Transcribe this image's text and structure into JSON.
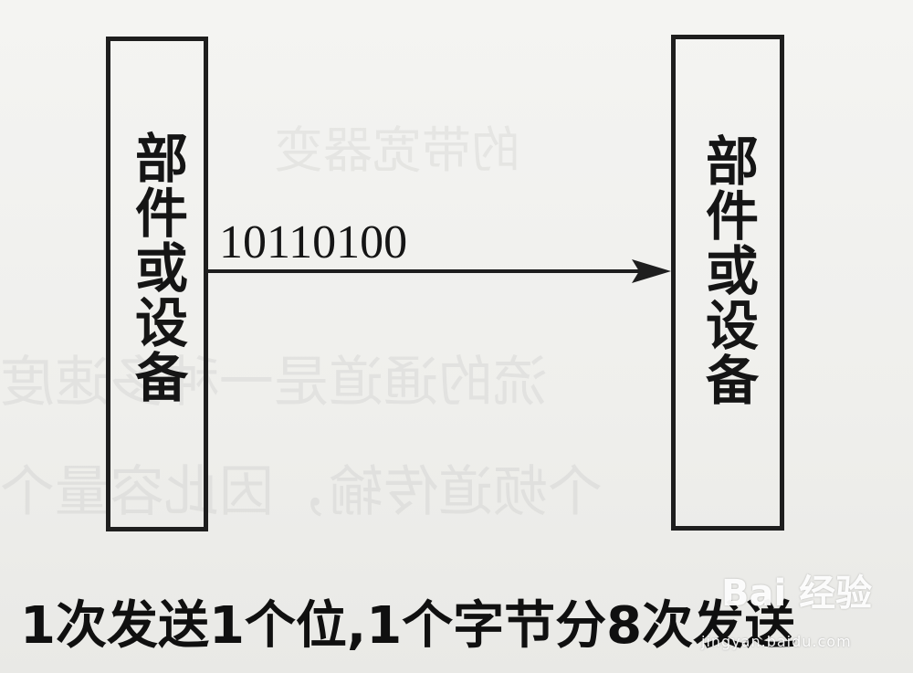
{
  "diagram": {
    "left_box_label": "部件或设备",
    "right_box_label": "部件或设备",
    "arrow_label": "10110100",
    "caption": "1次发送1个位,1个字节分8次发送"
  },
  "watermark": {
    "logo_text": "Bai 经验",
    "url": "jingyan.baidu.com"
  },
  "colors": {
    "ink": "#1e1e1e",
    "paper": "#f2f2f0"
  }
}
